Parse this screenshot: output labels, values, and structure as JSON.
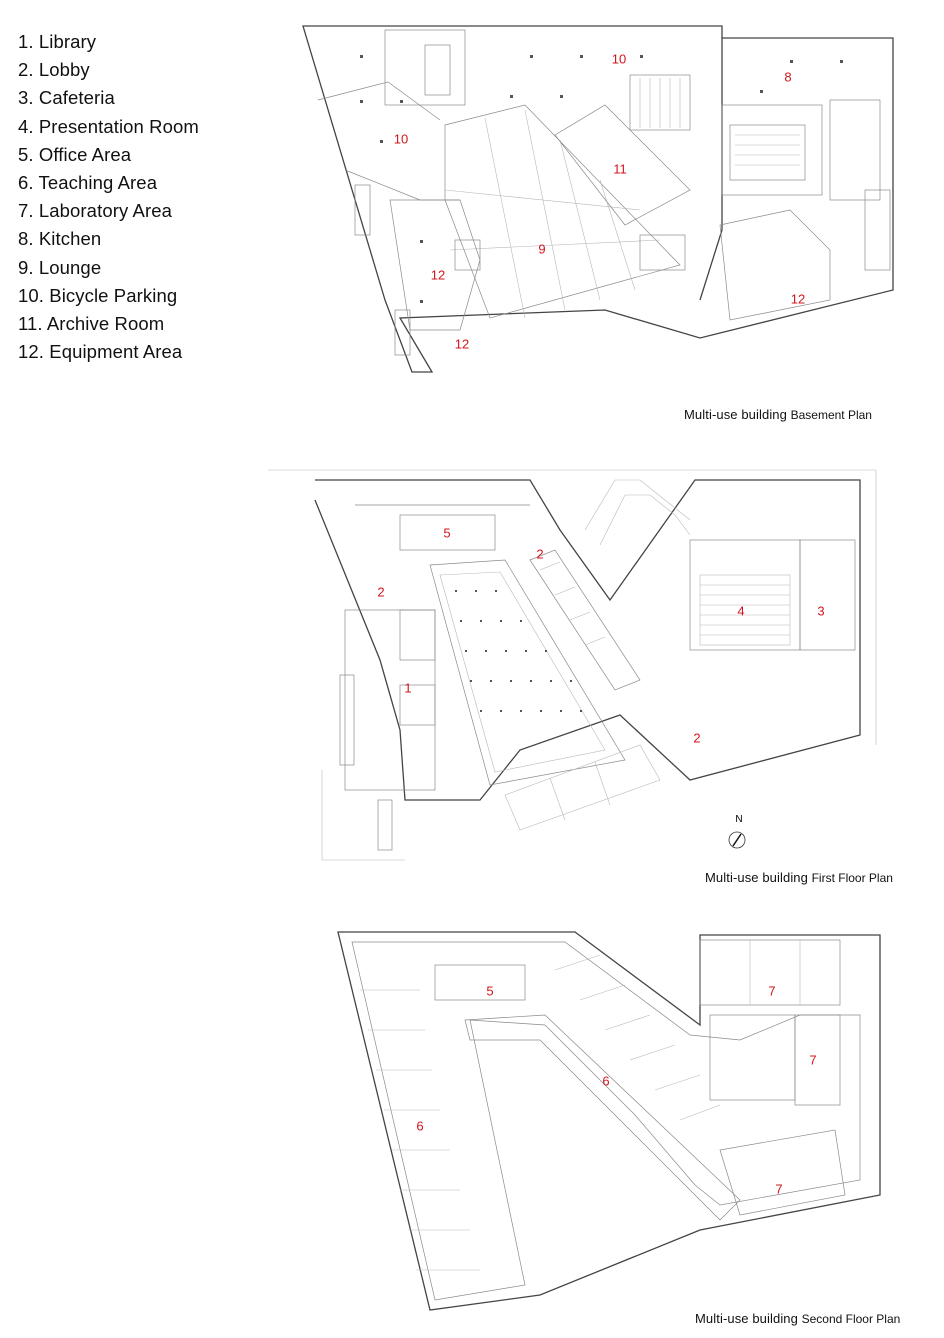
{
  "legend": {
    "items": [
      "1. Library",
      "2. Lobby",
      "3. Cafeteria",
      "4. Presentation Room",
      "5. Office Area",
      "6. Teaching Area",
      "7. Laboratory Area",
      "8. Kitchen",
      "9. Lounge",
      "10. Bicycle Parking",
      "11. Archive Room",
      "12. Equipment Area"
    ]
  },
  "plans": {
    "basement": {
      "caption_prefix": "Multi-use building",
      "caption_suffix": "Basement Plan",
      "room_labels": [
        "10",
        "8",
        "10",
        "11",
        "9",
        "12",
        "12",
        "12"
      ]
    },
    "first": {
      "caption_prefix": "Multi-use building",
      "caption_suffix": "First Floor Plan",
      "room_labels": [
        "5",
        "2",
        "2",
        "1",
        "4",
        "3",
        "2"
      ],
      "north_label": "N"
    },
    "second": {
      "caption_prefix": "Multi-use building",
      "caption_suffix": "Second Floor Plan",
      "room_labels": [
        "5",
        "7",
        "7",
        "6",
        "6",
        "7"
      ]
    }
  },
  "colors": {
    "label": "#d1151d",
    "line": "#444444",
    "background": "#ffffff"
  }
}
